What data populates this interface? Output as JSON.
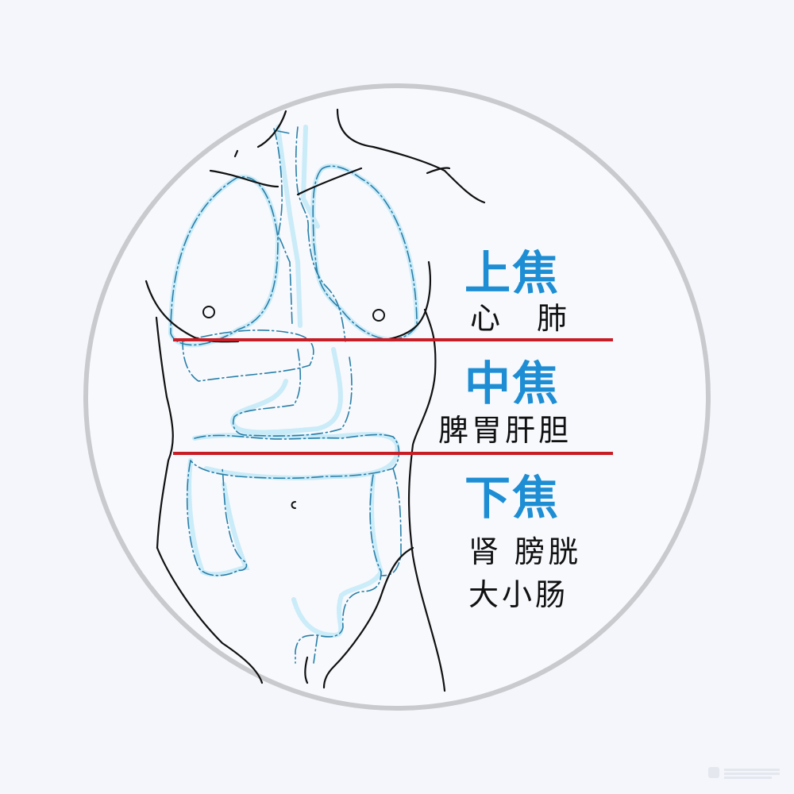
{
  "diagram": {
    "colors": {
      "background": "#f4f6fb",
      "circle_border": "#c9cacd",
      "zone_title": "#1e8ed4",
      "divider_line": "#c81d25",
      "body_outline": "#111111",
      "organ_outline": "#2a7fa8",
      "organ_glow": "#bfe8f7"
    },
    "zones": [
      {
        "title": "上焦",
        "organs_lines": [
          "心　肺"
        ]
      },
      {
        "title": "中焦",
        "organs_lines": [
          "脾胃肝胆"
        ]
      },
      {
        "title": "下焦",
        "organs_lines": [
          "肾 膀胱",
          "大小肠"
        ]
      }
    ]
  }
}
